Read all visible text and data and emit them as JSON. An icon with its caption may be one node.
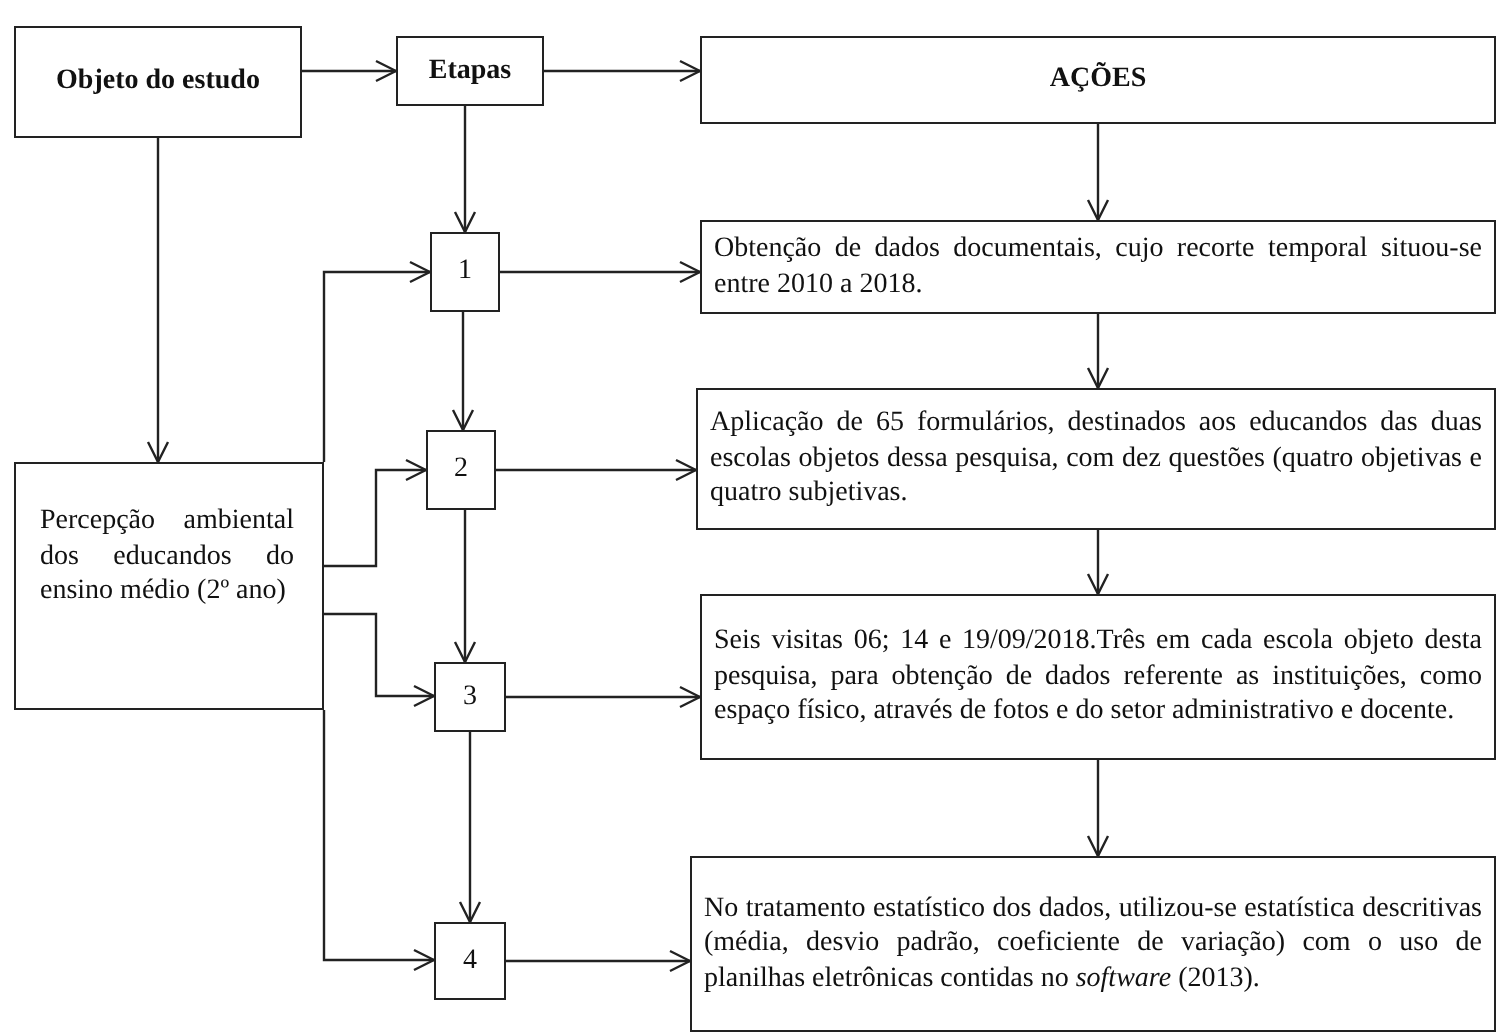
{
  "diagram": {
    "nodes": [
      {
        "text": [
          "Objeto do estudo"
        ]
      },
      {
        "text": [
          "Etapas"
        ]
      },
      {
        "text": [
          "AÇÕES"
        ]
      },
      {
        "text": [
          "1"
        ]
      },
      {
        "text": [
          "Obtenção de dados documentais, cujo recorte temporal situou-se entre 2010 a 2018."
        ]
      },
      {
        "text": [
          "Percepção ambiental dos educandos do ensino médio (2º ano)"
        ]
      },
      {
        "text": [
          "2"
        ]
      },
      {
        "text": [
          "Aplicação de 65 formulários, destinados aos educandos das duas escolas objetos dessa pesquisa, com dez questões (quatro objetivas e quatro subjetivas."
        ]
      },
      {
        "text": [
          "3"
        ]
      },
      {
        "text": [
          "Seis visitas 06; 14 e 19/09/2018.Três em cada escola objeto desta pesquisa, para obtenção de dados referente as instituições, como espaço físico, através de fotos e do setor administrativo e docente."
        ]
      },
      {
        "text": [
          "4"
        ]
      },
      {
        "text": [
          "No tratamento estatístico dos dados, utilizou-se estatística descritivas (média, desvio padrão, coeficiente de variação) com o uso de planilhas eletrônicas contidas no *software* (2013)."
        ]
      }
    ],
    "edges": [
      {
        "from": 0,
        "to": 1,
        "arrow": "to"
      },
      {
        "from": 1,
        "to": 2,
        "arrow": "to"
      },
      {
        "from": 0,
        "to": 5,
        "arrow": "to"
      },
      {
        "from": 1,
        "to": 3,
        "arrow": "to"
      },
      {
        "from": 2,
        "to": 4,
        "arrow": "to"
      },
      {
        "from": 3,
        "to": 4,
        "arrow": "to"
      },
      {
        "from": 5,
        "to": 3,
        "arrow": "to"
      },
      {
        "from": 3,
        "to": 6,
        "arrow": "to"
      },
      {
        "from": 5,
        "to": 6,
        "arrow": "to"
      },
      {
        "from": 6,
        "to": 7,
        "arrow": "to"
      },
      {
        "from": 4,
        "to": 7,
        "arrow": "to"
      },
      {
        "from": 6,
        "to": 8,
        "arrow": "to"
      },
      {
        "from": 5,
        "to": 8,
        "arrow": "to"
      },
      {
        "from": 8,
        "to": 9,
        "arrow": "to"
      },
      {
        "from": 7,
        "to": 9,
        "arrow": "to"
      },
      {
        "from": 8,
        "to": 10,
        "arrow": "to"
      },
      {
        "from": 5,
        "to": 10,
        "arrow": "to"
      },
      {
        "from": 10,
        "to": 11,
        "arrow": "to"
      },
      {
        "from": 9,
        "to": 11,
        "arrow": "to"
      }
    ]
  }
}
